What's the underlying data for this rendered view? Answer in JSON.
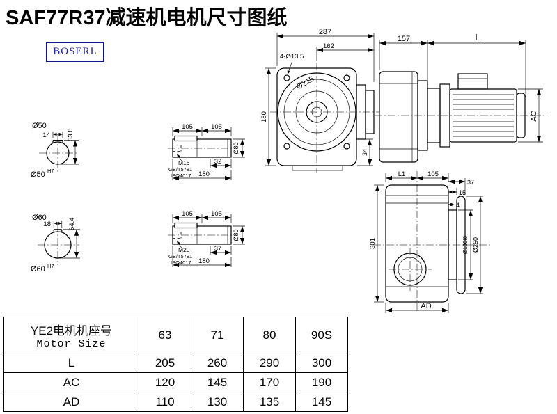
{
  "title": "SAF77R37减速机电机尺寸图纸",
  "logo": "BOSERL",
  "front_view": {
    "dim_total_width": "287",
    "dim_flange_width": "162",
    "dim_holes": "4-Ø13.5",
    "dim_flange_dia": "Ø215",
    "dim_height": "180",
    "dim_foot": "34"
  },
  "side_view": {
    "dim_gear_length": "157",
    "dim_motor_length": "L",
    "dim_motor_height": "AC"
  },
  "output_view": {
    "dim_l1": "L1",
    "dim_105": "105",
    "dim_37": "37",
    "dim_15": "15",
    "dim_4": "4",
    "dim_height": "301",
    "dim_spigot": "Ø180f8",
    "dim_flange_od": "Ø250",
    "dim_ad": "AD"
  },
  "bore_sections": [
    {
      "dia_label": "Ø50",
      "key_width": "14",
      "key_height": "53.8",
      "bore_label": "Ø50",
      "bore_tol": "H7"
    },
    {
      "dia_label": "Ø60",
      "key_width": "18",
      "key_height": "64.4",
      "bore_label": "Ø60",
      "bore_tol": "H7"
    }
  ],
  "shafts": [
    {
      "dim_seg1": "105",
      "dim_seg2": "105",
      "thread": "M16",
      "std_gb": "GB/T5781",
      "std_iso": "ISO4017",
      "dim_key": "32",
      "dim_total": "180",
      "dim_dia": "Ø80"
    },
    {
      "dim_seg1": "105",
      "dim_seg2": "105",
      "thread": "M20",
      "std_gb": "GB/T5781",
      "std_iso": "ISO4017",
      "dim_key": "37",
      "dim_total": "180",
      "dim_dia": "Ø80"
    }
  ],
  "table": {
    "header_cn": "YE2电机机座号",
    "header_en": "Motor Size",
    "motor_sizes": [
      "63",
      "71",
      "80",
      "90S"
    ],
    "rows": [
      {
        "label": "L",
        "values": [
          "205",
          "260",
          "290",
          "300"
        ]
      },
      {
        "label": "AC",
        "values": [
          "120",
          "145",
          "170",
          "190"
        ]
      },
      {
        "label": "AD",
        "values": [
          "110",
          "130",
          "135",
          "145"
        ]
      }
    ]
  }
}
